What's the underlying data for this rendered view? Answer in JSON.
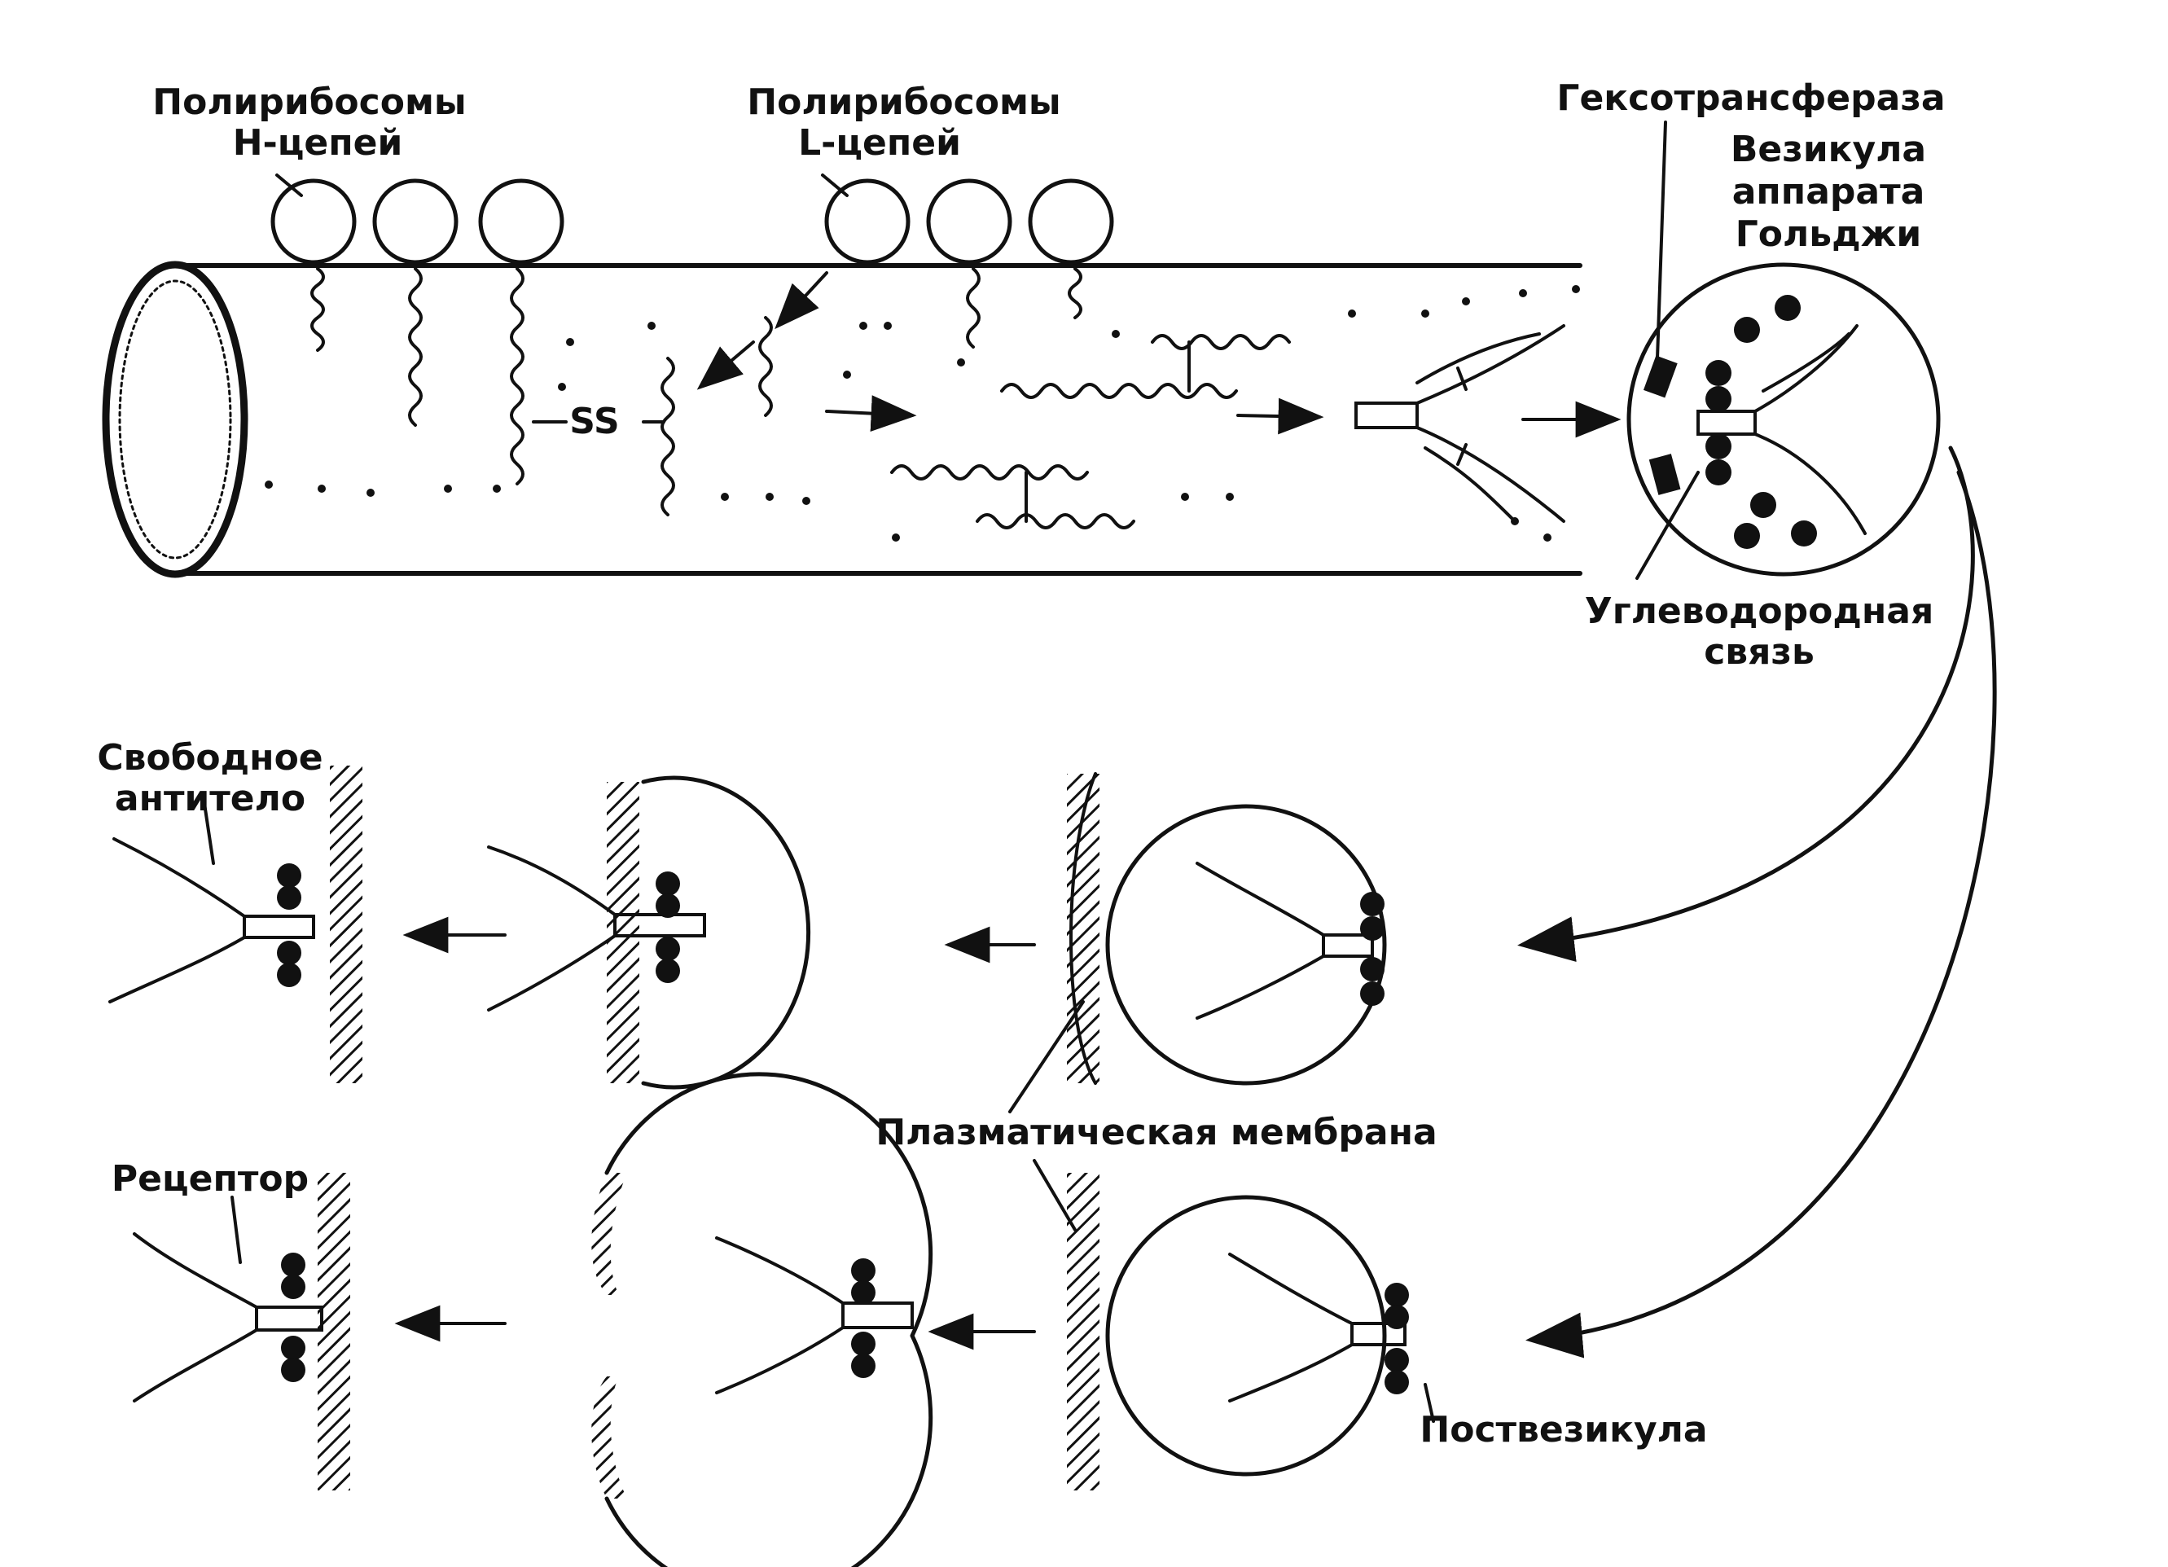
{
  "labels": {
    "h_polyribosomes_line1": "Полирибосомы",
    "h_polyribosomes_line2": "Н-цепей",
    "l_polyribosomes_line1": "Полирибосомы",
    "l_polyribosomes_line2": "L-цепей",
    "ss_bond": "SS",
    "hexotransferase": "Гексотрансфераза",
    "golgi_vesicle_line1": "Везикула",
    "golgi_vesicle_line2": "аппарата",
    "golgi_vesicle_line3": "Гольджи",
    "carbohydrate_line1": "Углеводородная",
    "carbohydrate_line2": "связь",
    "free_antibody_line1": "Свободное",
    "free_antibody_line2": "антитело",
    "plasma_membrane": "Плазматическая мембрана",
    "receptor": "Рецептор",
    "postvesicle": "Поствезикула"
  },
  "colors": {
    "ink": "#111111",
    "background": "#ffffff"
  }
}
